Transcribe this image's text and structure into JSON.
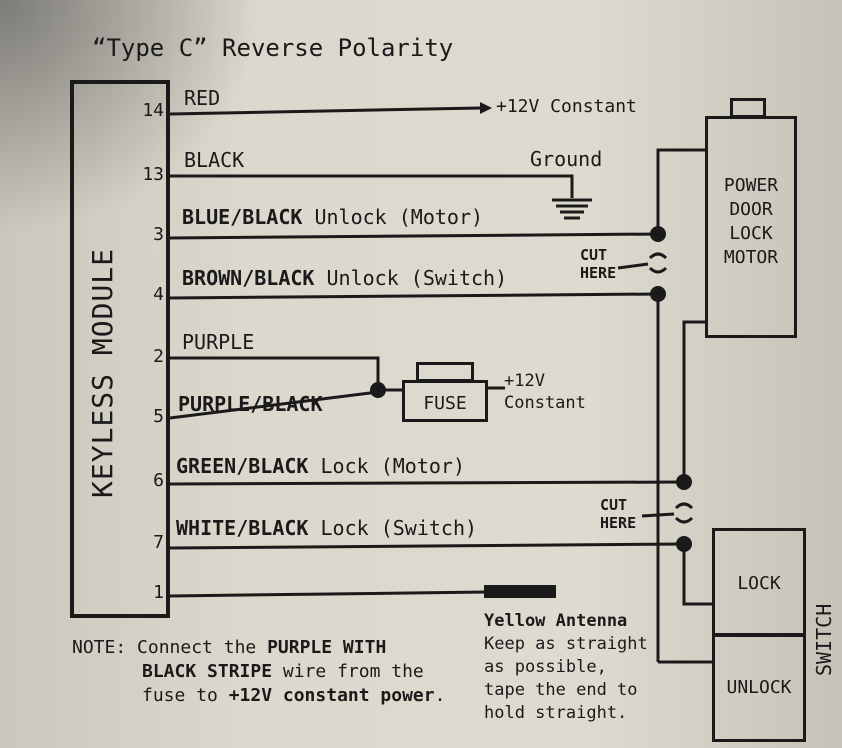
{
  "title": "“Type C” Reverse Polarity",
  "module": {
    "label": "KEYLESS MODULE"
  },
  "wires": [
    {
      "pin": "14",
      "color": "RED",
      "func": ""
    },
    {
      "pin": "13",
      "color": "BLACK",
      "func": ""
    },
    {
      "pin": "3",
      "color": "BLUE/BLACK",
      "func": "Unlock (Motor)"
    },
    {
      "pin": "4",
      "color": "BROWN/BLACK",
      "func": "Unlock (Switch)"
    },
    {
      "pin": "2",
      "color": "PURPLE",
      "func": ""
    },
    {
      "pin": "5",
      "color": "PURPLE/BLACK",
      "func": ""
    },
    {
      "pin": "6",
      "color": "GREEN/BLACK",
      "func": "Lock (Motor)"
    },
    {
      "pin": "7",
      "color": "WHITE/BLACK",
      "func": "Lock (Switch)"
    },
    {
      "pin": "1",
      "color": "",
      "func": ""
    }
  ],
  "labels": {
    "constant_power": "+12V Constant",
    "ground": "Ground",
    "cut_here_1": "CUT",
    "cut_here_1b": "HERE",
    "cut_here_2": "CUT",
    "cut_here_2b": "HERE",
    "fuse": "FUSE",
    "fuse_power_1": "+12V",
    "fuse_power_2": "Constant"
  },
  "motor": {
    "line1": "POWER",
    "line2": "DOOR",
    "line3": "LOCK",
    "line4": "MOTOR"
  },
  "switch": {
    "label": "SWITCH",
    "lock": "LOCK",
    "unlock": "UNLOCK"
  },
  "antenna": {
    "title": "Yellow Antenna",
    "line1": "Keep as straight",
    "line2": "as possible,",
    "line3": "tape the end to",
    "line4": "hold straight."
  },
  "note": {
    "prefix": "NOTE:",
    "part1": "Connect the ",
    "bold1": "PURPLE WITH",
    "bold2": "BLACK STRIPE",
    "part2": " wire from the",
    "part3": "fuse to ",
    "bold3": "+12V constant power",
    "part4": "."
  }
}
